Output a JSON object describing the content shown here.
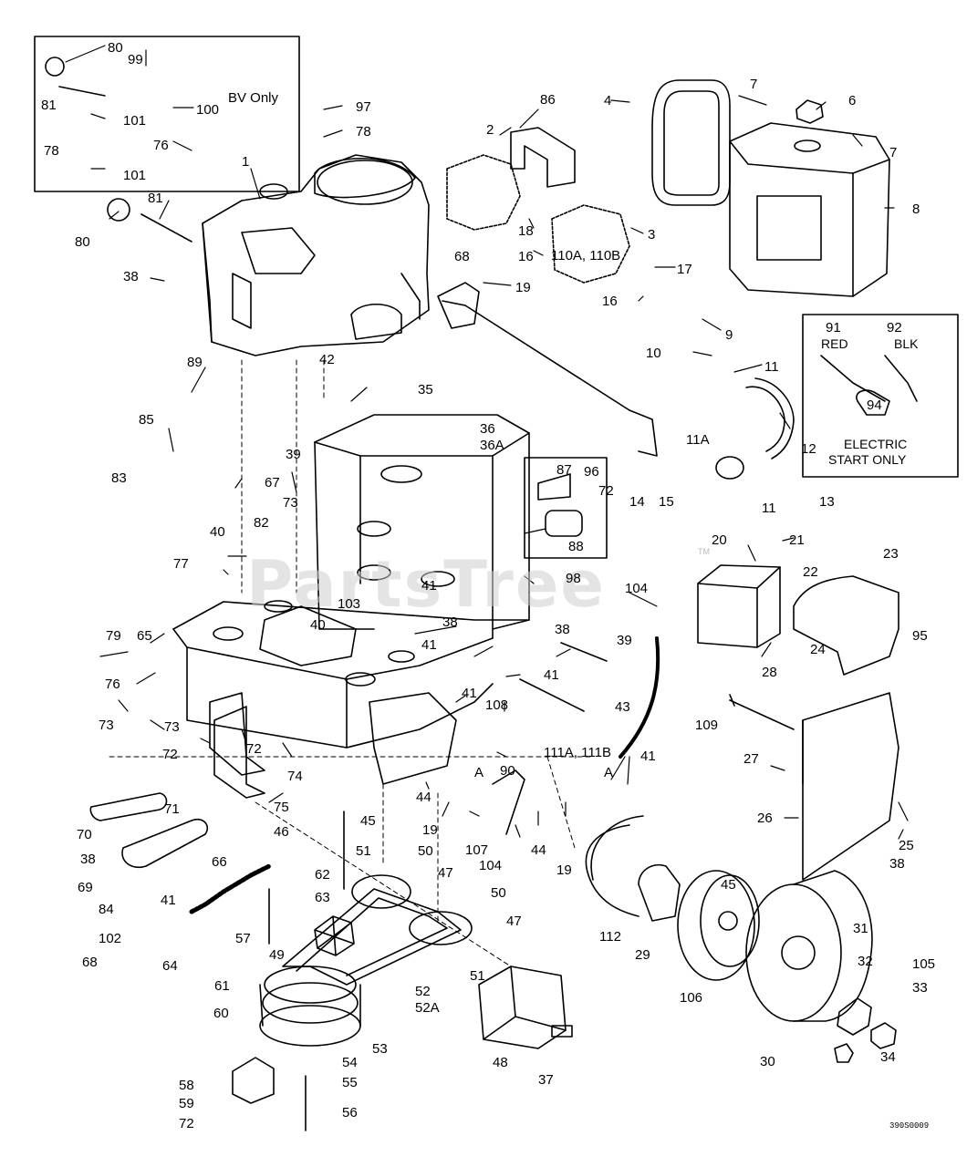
{
  "notes": {
    "bv_only": "BV Only",
    "electric_start_line1": "ELECTRIC",
    "electric_start_line2": "START ONLY",
    "red": "RED",
    "blk": "BLK",
    "watermark": "PartsTree",
    "trademark": "TM",
    "drawing_code": "390S0009"
  },
  "callouts": [
    "80",
    "99",
    "81",
    "101",
    "100",
    "78",
    "76",
    "101",
    "97",
    "78",
    "1",
    "80",
    "81",
    "38",
    "86",
    "2",
    "4",
    "7",
    "6",
    "7",
    "8",
    "18",
    "3",
    "16",
    "17",
    "16",
    "19",
    "68",
    "110A, 110B",
    "9",
    "10",
    "11",
    "91",
    "92",
    "94",
    "12",
    "11A",
    "11",
    "14",
    "13",
    "15",
    "42",
    "35",
    "89",
    "85",
    "36",
    "36A",
    "39",
    "67",
    "73",
    "83",
    "40",
    "82",
    "87",
    "96",
    "72",
    "88",
    "77",
    "103",
    "41",
    "98",
    "104",
    "20",
    "21",
    "22",
    "23",
    "24",
    "95",
    "79",
    "65",
    "40",
    "38",
    "41",
    "38",
    "39",
    "41",
    "41",
    "43",
    "108",
    "90",
    "111A, 111B",
    "109",
    "28",
    "76",
    "73",
    "73",
    "72",
    "72",
    "74",
    "75",
    "44",
    "19",
    "107",
    "104",
    "44",
    "19",
    "41",
    "27",
    "26",
    "25",
    "38",
    "70",
    "71",
    "38",
    "46",
    "45",
    "50",
    "51",
    "47",
    "50",
    "47",
    "69",
    "66",
    "84",
    "41",
    "62",
    "63",
    "57",
    "102",
    "68",
    "64",
    "49",
    "52",
    "52A",
    "51",
    "112",
    "29",
    "106",
    "45",
    "31",
    "32",
    "105",
    "33",
    "61",
    "60",
    "53",
    "54",
    "55",
    "56",
    "48",
    "37",
    "30",
    "34",
    "58",
    "59",
    "72",
    "A",
    "A"
  ]
}
